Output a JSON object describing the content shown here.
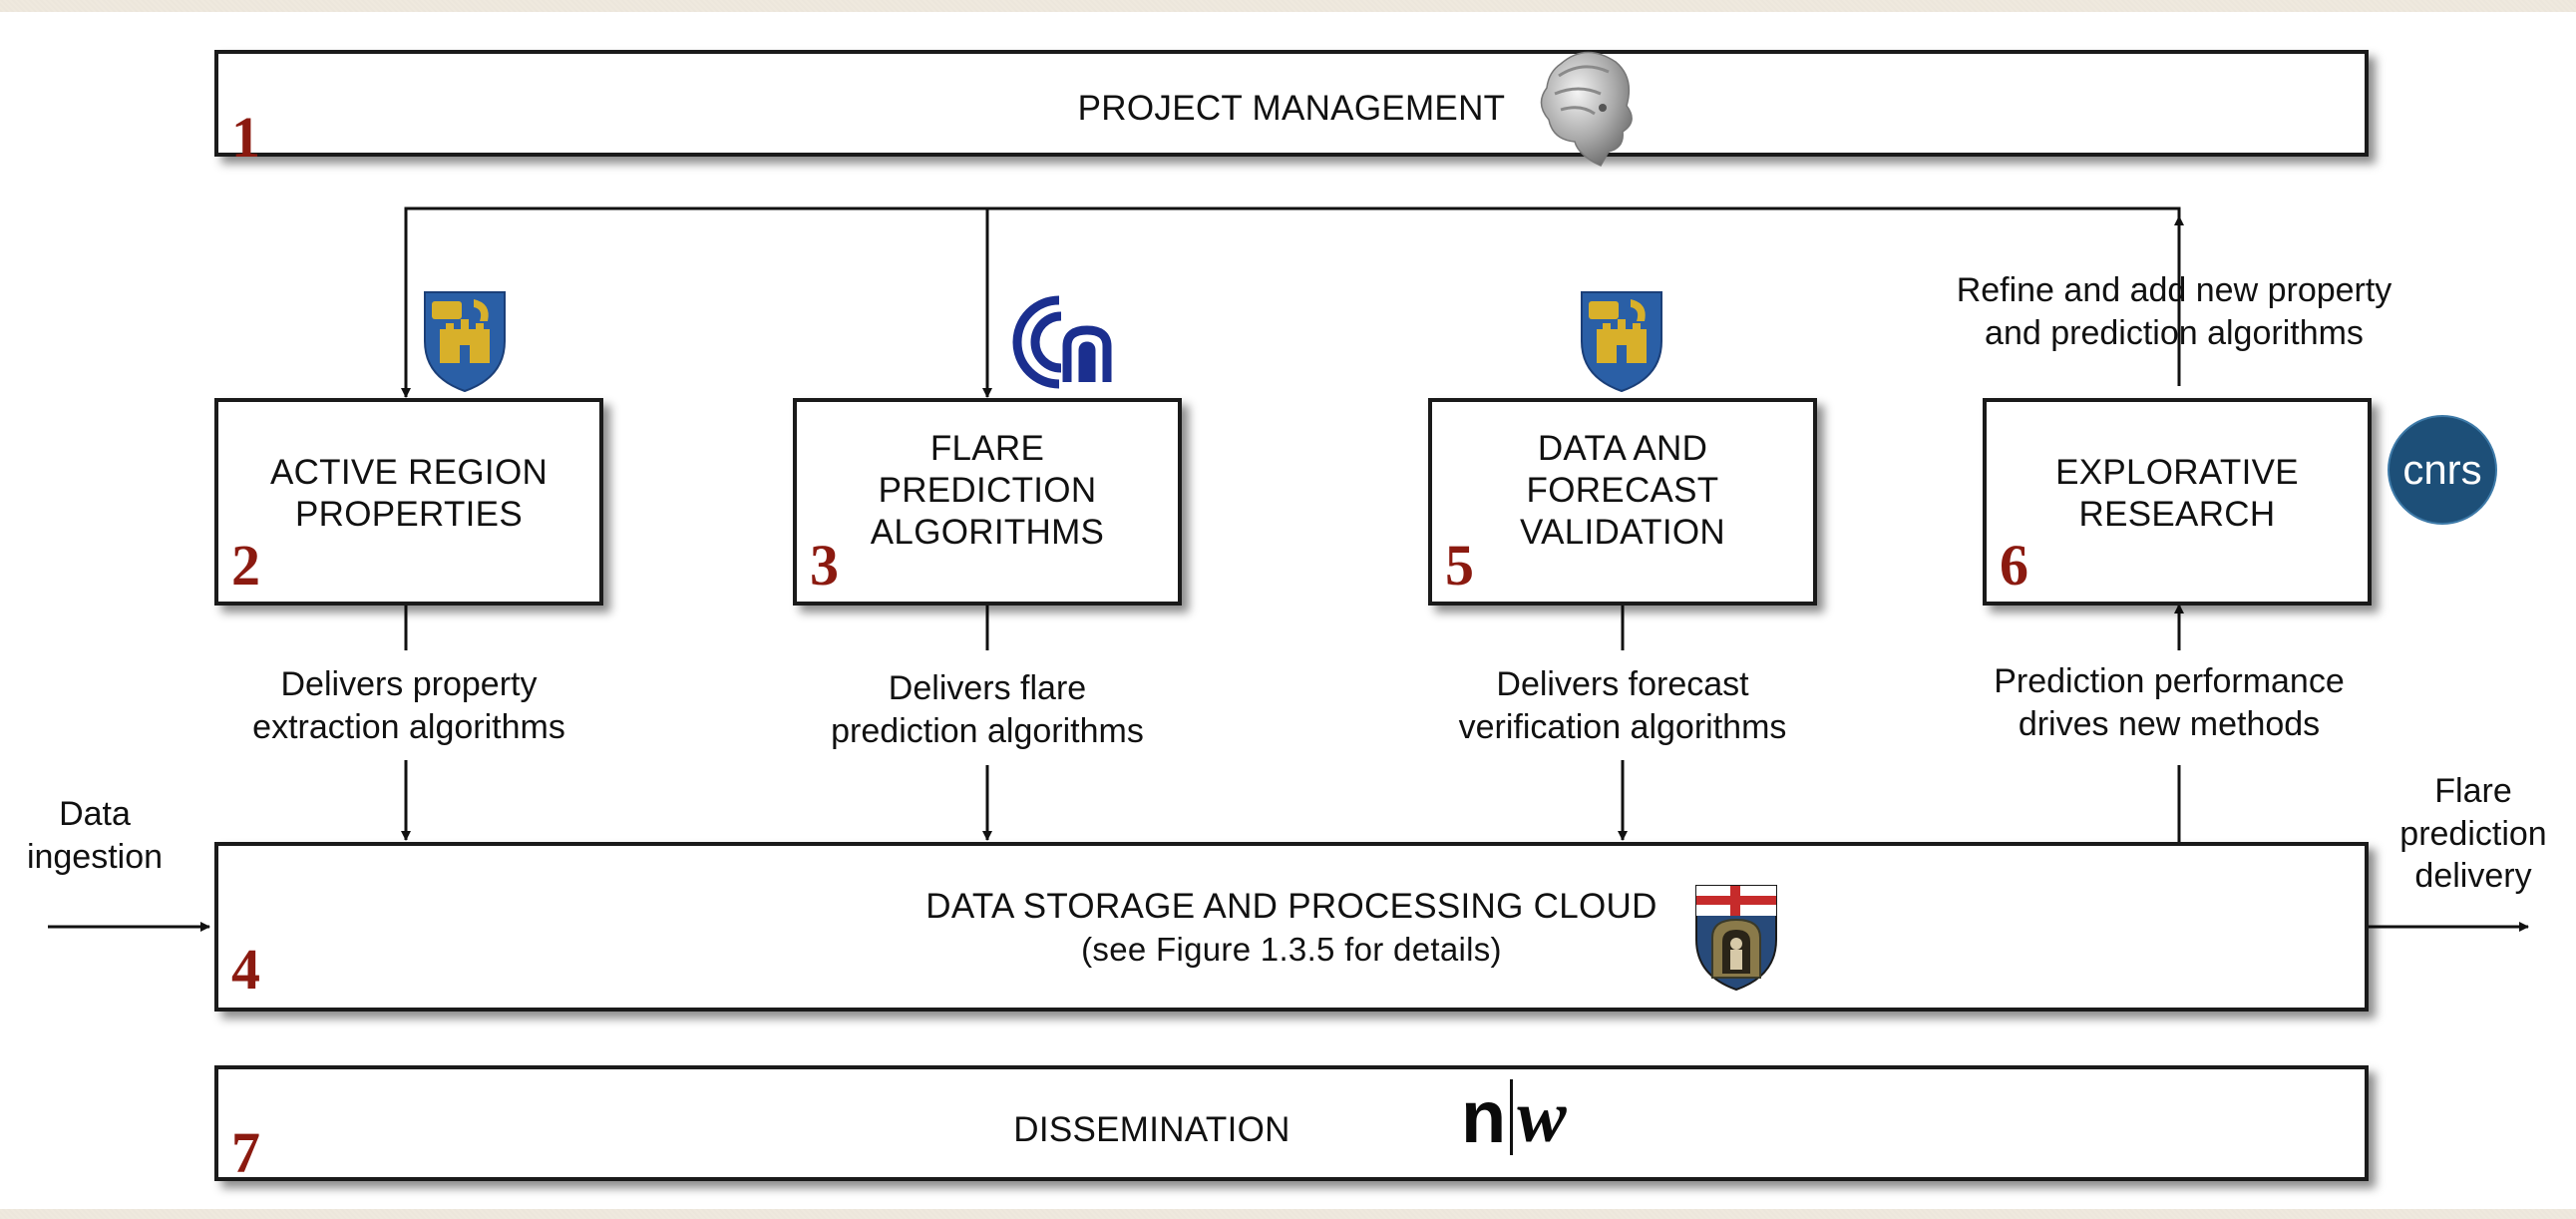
{
  "boxes": {
    "project_management": {
      "label": "PROJECT MANAGEMENT",
      "number": "1"
    },
    "active_region": {
      "label": "ACTIVE REGION\nPROPERTIES",
      "number": "2"
    },
    "flare_prediction": {
      "label": "FLARE\nPREDICTION\nALGORITHMS",
      "number": "3"
    },
    "data_forecast": {
      "label": "DATA AND\nFORECAST\nVALIDATION",
      "number": "5"
    },
    "explorative": {
      "label": "EXPLORATIVE\nRESEARCH",
      "number": "6"
    },
    "cloud": {
      "label": "DATA STORAGE AND PROCESSING CLOUD",
      "sublabel": "(see Figure 1.3.5 for details)",
      "number": "4"
    },
    "dissemination": {
      "label": "DISSEMINATION",
      "number": "7"
    }
  },
  "edge_labels": {
    "delivers_property": "Delivers property\nextraction algorithms",
    "delivers_flare": "Delivers flare\nprediction algorithms",
    "delivers_forecast": "Delivers forecast\nverification algorithms",
    "prediction_performance": "Prediction performance\ndrives new methods",
    "refine": "Refine and add new property\nand prediction algorithms",
    "data_ingestion": "Data\ningestion",
    "flare_delivery": "Flare\nprediction\ndelivery"
  },
  "logos": {
    "cnr": "cnr-logo",
    "cnrs": {
      "name": "cnrs-logo",
      "text": "cnrs"
    },
    "tcd": "trinity-college-crest",
    "genova": "genova-crest",
    "athena": "athena-head-logo",
    "nw": {
      "name": "fhnw-logo",
      "n": "n",
      "w": "w"
    }
  },
  "colors": {
    "number_red": "#8b1a10",
    "cnr_blue": "#1b2f8f",
    "cnrs_blue": "#1d4f78",
    "crest_blue": "#2a5fa6",
    "crest_gold": "#d8b02a"
  }
}
